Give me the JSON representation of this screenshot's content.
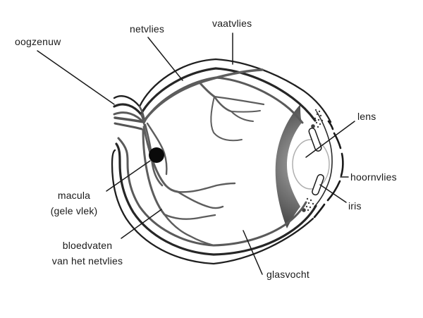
{
  "figure": {
    "type": "anatomical-diagram",
    "subject": "dwarsdoorsnede van het menselijk oog",
    "background_color": "#ffffff",
    "outline_color": "#1a1a1a",
    "choroid_ring_color": "#262626",
    "retina_ring_color": "#5a5a5a",
    "vessel_color": "#5d5d5d",
    "shading_dark_color": "#4b4b4b",
    "shading_light_color": "#b2b2b2",
    "labels": [
      {
        "id": "oogzenuw",
        "text": "oogzenuw"
      },
      {
        "id": "netvlies",
        "text": "netvlies"
      },
      {
        "id": "vaatvlies",
        "text": "vaatvlies"
      },
      {
        "id": "lens",
        "text": "lens"
      },
      {
        "id": "hoornvlies",
        "text": "hoornvlies"
      },
      {
        "id": "iris",
        "text": "iris"
      },
      {
        "id": "macula",
        "text": "macula",
        "text2": "(gele vlek)"
      },
      {
        "id": "bloedvaten",
        "text": "bloedvaten",
        "text2": "van het netvlies"
      },
      {
        "id": "glasvocht",
        "text": "glasvocht"
      }
    ]
  }
}
